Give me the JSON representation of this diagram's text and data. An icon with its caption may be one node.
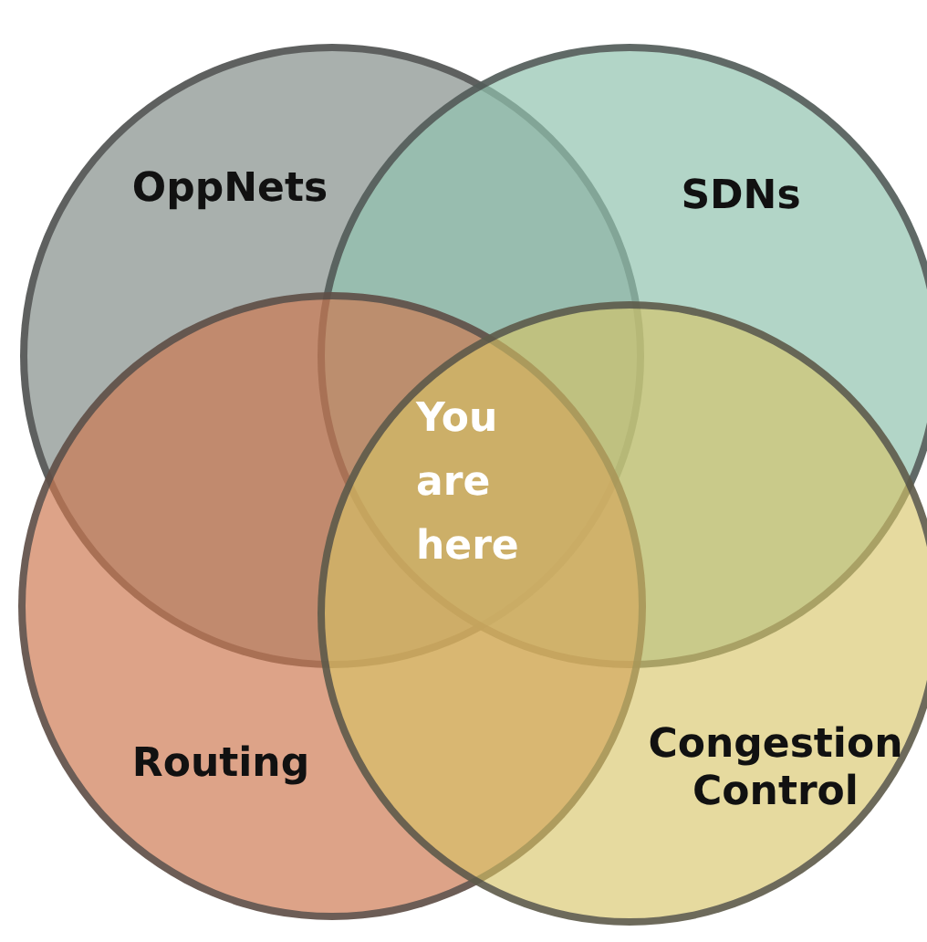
{
  "diagram": {
    "nodes": [
      {
        "text": [
          "OppNets"
        ]
      },
      {
        "text": [
          "SDNs"
        ]
      },
      {
        "text": [
          "Routing"
        ]
      },
      {
        "text": [
          "Congestion Control"
        ]
      }
    ],
    "labels": [
      "You are here"
    ]
  }
}
